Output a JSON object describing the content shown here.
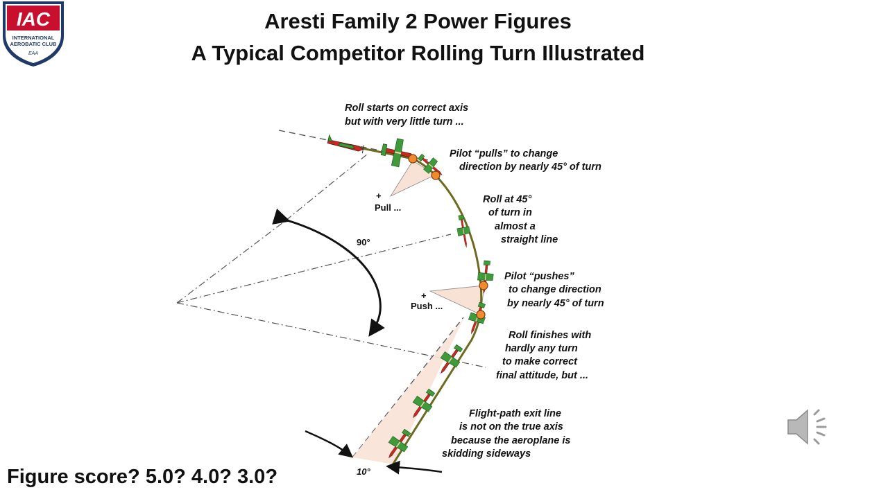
{
  "title": {
    "line1": "Aresti Family 2 Power Figures",
    "line2": "A Typical Competitor Rolling Turn Illustrated"
  },
  "logo": {
    "text": "IAC",
    "subtitle_line1": "INTERNATIONAL",
    "subtitle_line2": "AEROBATIC CLUB",
    "badge": "EAA"
  },
  "footer": {
    "text": "Figure score?  5.0?  4.0?  3.0?"
  },
  "annotations": {
    "roll_starts": [
      "Roll starts on correct axis",
      "but with very little turn ..."
    ],
    "pulls": [
      "Pilot “pulls” to change",
      "direction by nearly 45° of turn"
    ],
    "roll_45": [
      "Roll at 45°",
      "of turn in",
      "almost a",
      "straight line"
    ],
    "pushes": [
      "Pilot “pushes”",
      "to change direction",
      "by nearly 45° of turn"
    ],
    "roll_finishes": [
      "Roll finishes with",
      "hardly any turn",
      "to make correct",
      "final attitude, but ..."
    ],
    "exit_line": [
      "Flight-path exit line",
      "is not on the true axis",
      "because the aeroplane is",
      "skidding sideways"
    ]
  },
  "labels": {
    "pull": "Pull ...",
    "push": "Push ...",
    "plus": "+",
    "angle_90": "90°",
    "angle_10": "10°"
  },
  "colors": {
    "logo_red": "#c8102e",
    "logo_navy": "#1f3a68",
    "plane_green": "#3f9a3a",
    "plane_red": "#c8281e",
    "path_olive": "#6b6a1e",
    "dot_orange": "#f08a2a",
    "wedge_fill": "#f8e2d6"
  },
  "icons": [
    "iac-logo-icon",
    "speaker-icon"
  ]
}
